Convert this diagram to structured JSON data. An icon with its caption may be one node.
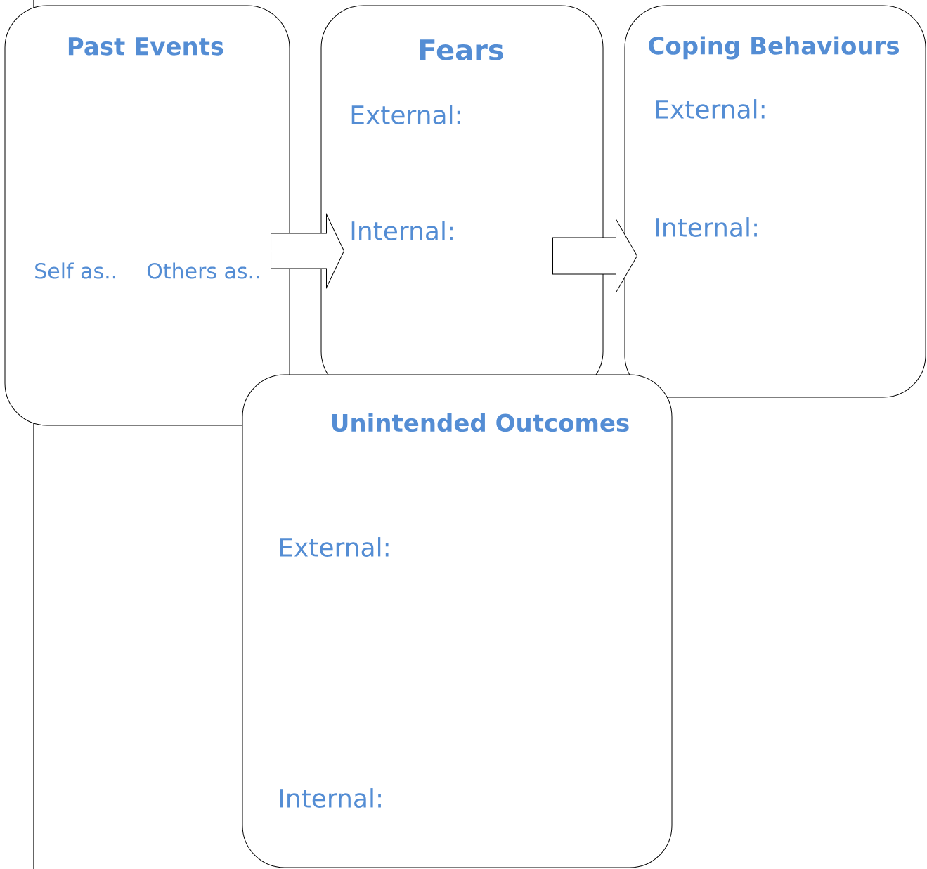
{
  "diagram": {
    "nodes": [
      {
        "text": [
          "Past Events",
          "Self as..",
          "Others as.."
        ]
      },
      {
        "text": [
          "Fears",
          "External:",
          "Internal:"
        ]
      },
      {
        "text": [
          "Coping Behaviours",
          "External:",
          "Internal:"
        ]
      },
      {
        "text": [
          "Unintended Outcomes",
          "External:",
          "Internal:"
        ]
      }
    ],
    "edges": [
      {
        "from": 0,
        "to": 1,
        "arrow": "to"
      },
      {
        "from": 1,
        "to": 2,
        "arrow": "to"
      }
    ]
  }
}
